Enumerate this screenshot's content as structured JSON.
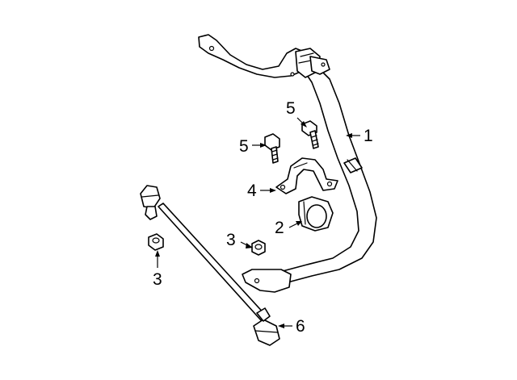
{
  "callouts": {
    "c1": "1",
    "c2": "2",
    "c3a": "3",
    "c3b": "3",
    "c4": "4",
    "c5a": "5",
    "c5b": "5",
    "c6": "6"
  }
}
